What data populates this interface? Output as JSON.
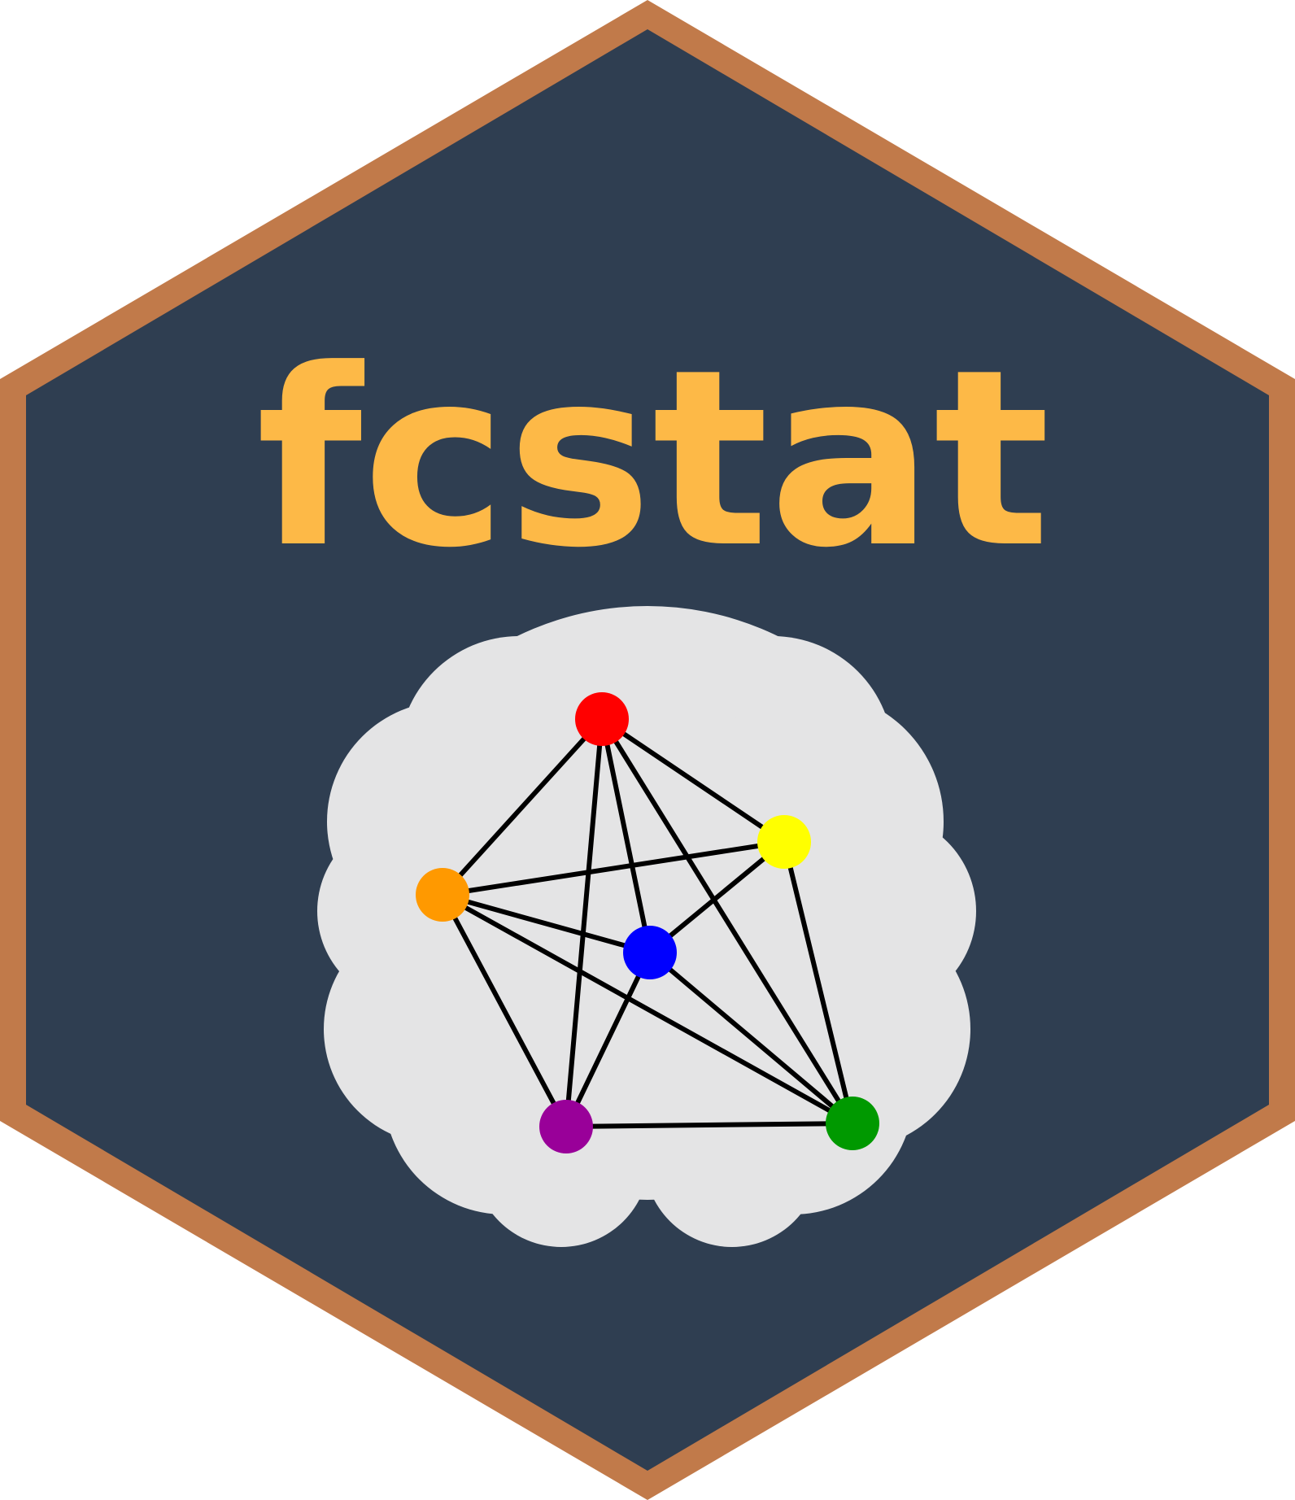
{
  "logo": {
    "title": "fcstat",
    "colors": {
      "background": "#ffffff",
      "hex_border": "#c17a4a",
      "hex_fill": "#2f3e51",
      "title": "#fdb947",
      "cloud": "#e4e4e5",
      "edge": "#000000"
    },
    "network": {
      "nodes": [
        {
          "id": "red",
          "color": "#ff0000"
        },
        {
          "id": "yellow",
          "color": "#ffff00"
        },
        {
          "id": "orange",
          "color": "#ff9900"
        },
        {
          "id": "blue",
          "color": "#0000ff"
        },
        {
          "id": "purple",
          "color": "#990099"
        },
        {
          "id": "green",
          "color": "#009900"
        }
      ],
      "edges": [
        [
          "red",
          "orange"
        ],
        [
          "red",
          "yellow"
        ],
        [
          "red",
          "blue"
        ],
        [
          "red",
          "purple"
        ],
        [
          "red",
          "green"
        ],
        [
          "orange",
          "yellow"
        ],
        [
          "orange",
          "blue"
        ],
        [
          "orange",
          "purple"
        ],
        [
          "orange",
          "green"
        ],
        [
          "yellow",
          "blue"
        ],
        [
          "yellow",
          "green"
        ],
        [
          "blue",
          "purple"
        ],
        [
          "blue",
          "green"
        ],
        [
          "purple",
          "green"
        ]
      ]
    }
  }
}
